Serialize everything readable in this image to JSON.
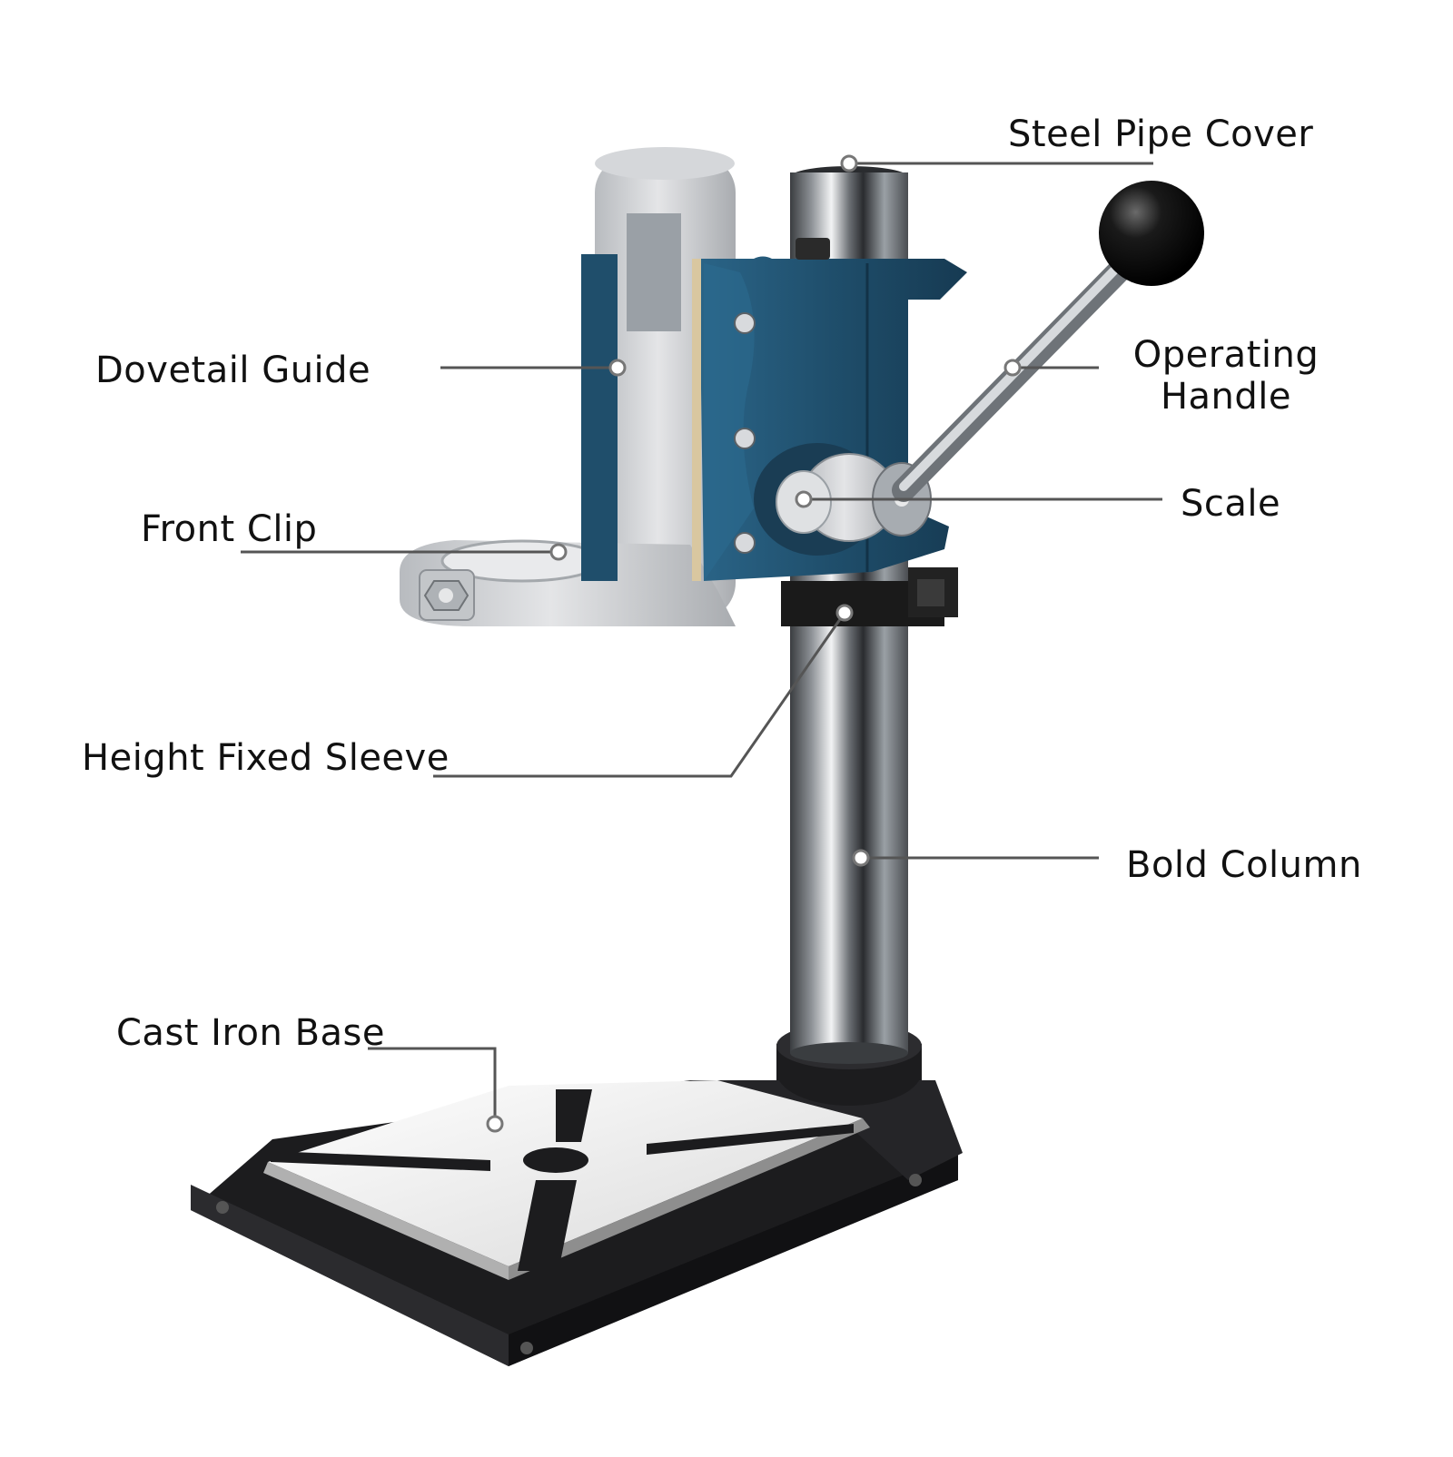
{
  "diagram": {
    "labels": {
      "steel_pipe_cover": "Steel Pipe Cover",
      "dovetail_guide": "Dovetail Guide",
      "operating_handle": [
        "Operating",
        "Handle"
      ],
      "front_clip": "Front Clip",
      "scale": "Scale",
      "height_fixed_sleeve": "Height Fixed Sleeve",
      "bold_column": "Bold Column",
      "cast_iron_base": "Cast Iron Base"
    },
    "colors": {
      "carriage_blue": "#1f4e6b",
      "aluminum": "#c9cbce",
      "chrome": "#9ea3a8",
      "cast_iron": "#1c1c1e",
      "base_plate": "#f2f2f2",
      "leader_line": "#555555",
      "text": "#111111"
    }
  }
}
